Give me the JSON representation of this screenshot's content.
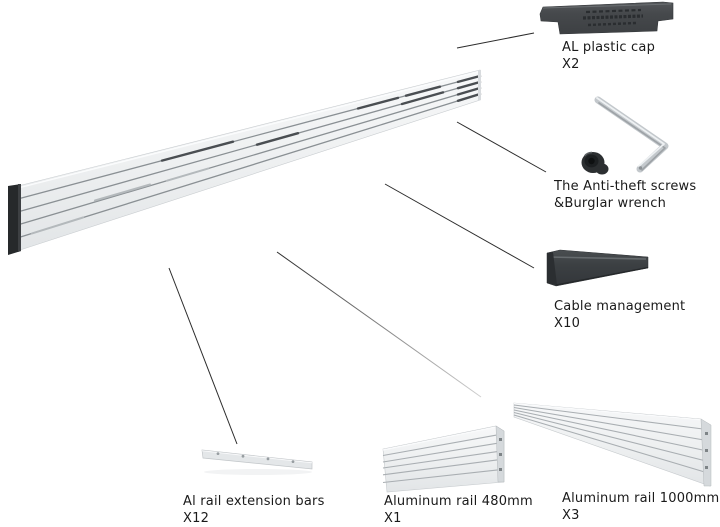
{
  "diagram": {
    "description": "Exploded parts diagram of an aluminum rail mounting system",
    "background": "#ffffff",
    "text_color": "#1a1a1a",
    "colors": {
      "dark_part": "#46494c",
      "dark_part_deep": "#2c2f31",
      "rail_body_light": "#f1f3f4",
      "rail_groove": "#8a9094",
      "rail_slot_dark": "#4a4e52",
      "wrench_silver": "#c3c8cc",
      "leader_line": "#2b2b2b"
    },
    "parts": [
      {
        "name": "al-plastic-cap",
        "label": "AL plastic cap",
        "qty": "X2"
      },
      {
        "name": "anti-theft-screws",
        "label": "The Anti-theft screws",
        "label2": "&Burglar wrench",
        "qty": ""
      },
      {
        "name": "cable-management",
        "label": "Cable management",
        "qty": "X10"
      },
      {
        "name": "al-rail-extension-bars",
        "label": "Al rail extension bars",
        "qty": "X12"
      },
      {
        "name": "aluminum-rail-480mm",
        "label": "Aluminum rail 480mm",
        "qty": "X1"
      },
      {
        "name": "aluminum-rail-1000mm",
        "label": "Aluminum rail 1000mm",
        "qty": "X3"
      }
    ]
  }
}
